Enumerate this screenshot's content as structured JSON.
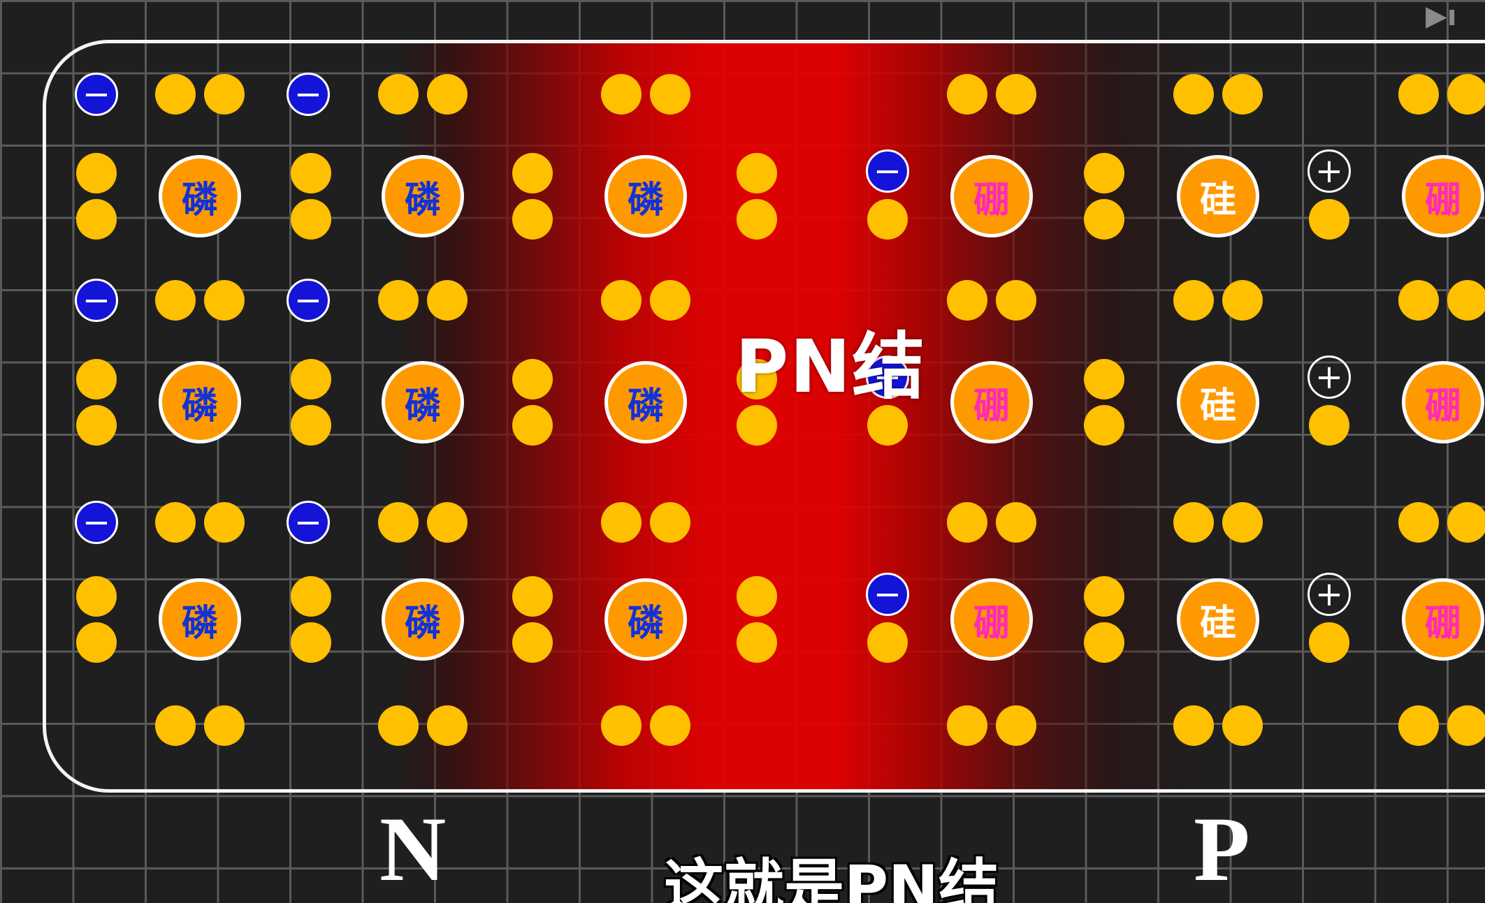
{
  "diagram": {
    "junction_label": "PN结",
    "subtitle": "这就是PN结",
    "n_label": "N",
    "p_label": "P",
    "atoms": {
      "phosphorus": "磷",
      "boron": "硼",
      "silicon": "硅"
    },
    "charges": {
      "negative": "−",
      "positive": "+"
    },
    "colors": {
      "background": "#1f1f1f",
      "grid": "#5a5a5a",
      "electron": "#ffc000",
      "atom_fill": "#ff9900",
      "phosphorus_text": "#1232d6",
      "boron_text": "#ff2ab8",
      "negative_ion": "#1414d8",
      "depletion_region": "#e60000"
    }
  }
}
